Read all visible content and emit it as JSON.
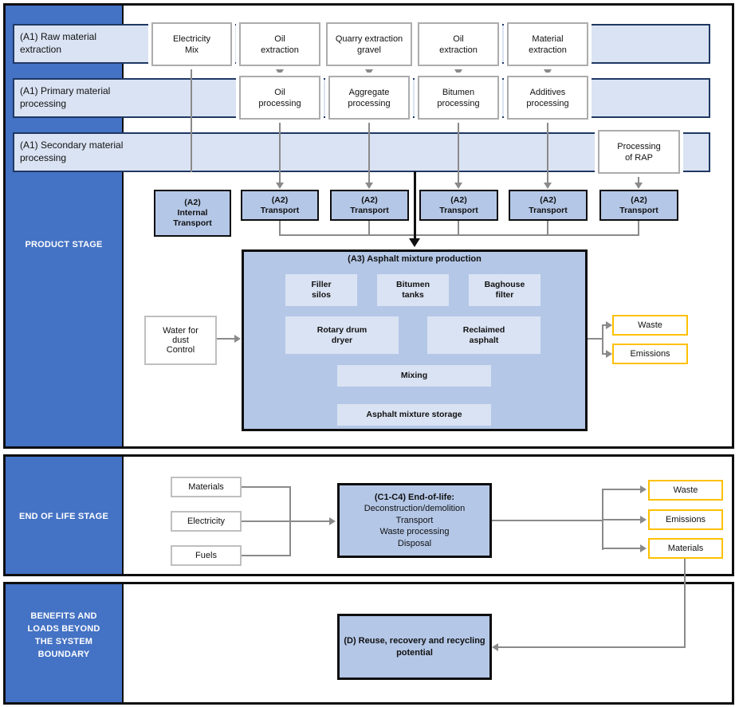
{
  "colors": {
    "sidebar_blue": "#4472C4",
    "band_light_blue": "#DAE3F3",
    "process_box_blue": "#B4C7E7",
    "inner_unit_blue": "#DAE3F3",
    "output_border_yellow": "#FFC000",
    "connector_gray": "#8A8A8A",
    "band_border_navy": "#1F3864"
  },
  "product_stage": {
    "label": "PRODUCT STAGE",
    "row_raw": "(A1) Raw material\nextraction",
    "row_primary": "(A1) Primary material\nprocessing",
    "row_secondary": "(A1) Secondary material\nprocessing",
    "extraction": [
      "Electricity\nMix",
      "Oil\nextraction",
      "Quarry extraction\ngravel",
      "Oil\nextraction",
      "Material\nextraction"
    ],
    "processing": [
      "Oil\nprocessing",
      "Aggregate\nprocessing",
      "Bitumen\nprocessing",
      "Additives\nprocessing"
    ],
    "rap": "Processing\nof RAP",
    "transport": [
      "(A2)\nInternal\nTransport",
      "(A2)\nTransport",
      "(A2)\nTransport",
      "(A2)\nTransport",
      "(A2)\nTransport",
      "(A2)\nTransport"
    ],
    "a3_title": "(A3) Asphalt mixture production",
    "a3_units": [
      "Filler\nsilos",
      "Bitumen\ntanks",
      "Baghouse\nfilter",
      "Rotary drum\ndryer",
      "Reclaimed\nasphalt",
      "Mixing",
      "Asphalt mixture storage"
    ],
    "water": "Water for\ndust\nControl",
    "waste": "Waste",
    "emissions": "Emissions"
  },
  "end_of_life_stage": {
    "label": "END OF LIFE STAGE",
    "inputs": [
      "Materials",
      "Electricity",
      "Fuels"
    ],
    "c14_title": "(C1-C4) End-of-life:",
    "c14_body": "Deconstruction/demolition\nTransport\nWaste processing\nDisposal",
    "waste": "Waste",
    "emissions": "Emissions",
    "materials": "Materials"
  },
  "benefits_stage": {
    "label": "BENEFITS AND\nLOADS BEYOND\nTHE SYSTEM\nBOUNDARY",
    "d_box": "(D) Reuse, recovery and recycling\npotential"
  }
}
